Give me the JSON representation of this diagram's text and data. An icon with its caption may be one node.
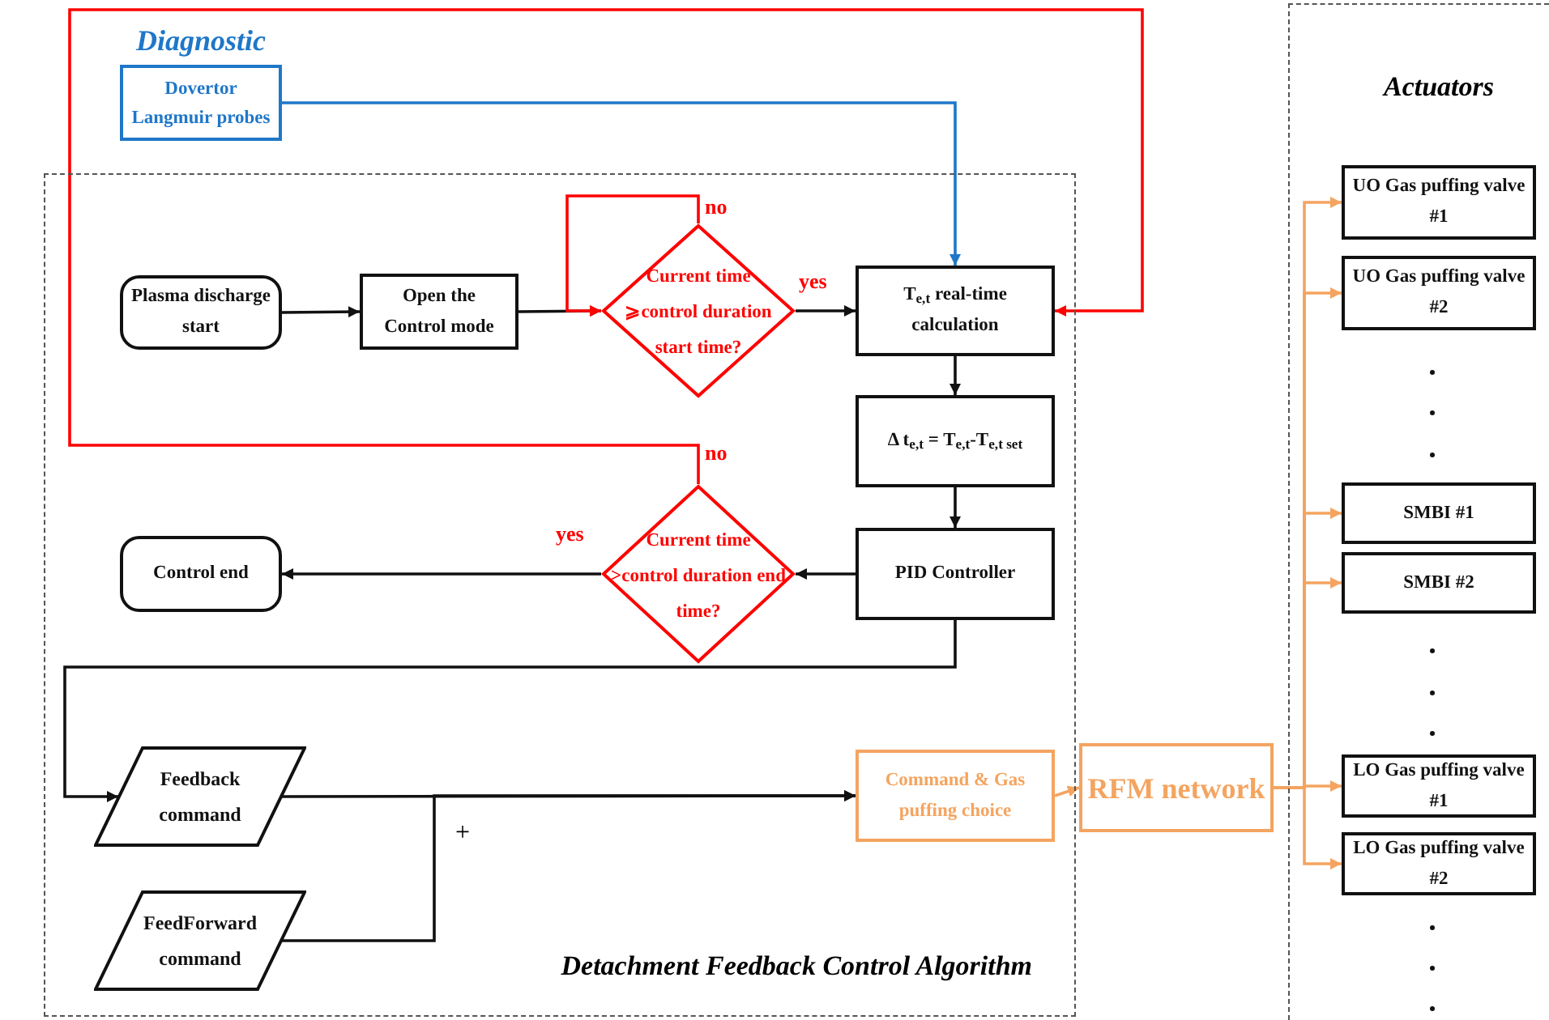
{
  "diagram": {
    "nodes": [
      {
        "text": [
          "Diagnostic",
          "Dovertor Langmuir probes"
        ]
      },
      {
        "text": [
          "Detachment Feedback Control Algorithm"
        ]
      },
      {
        "text": [
          "Plasma discharge start"
        ],
        "in": 1
      },
      {
        "text": [
          "Open the Control mode"
        ],
        "in": 1
      },
      {
        "text": [
          "Current time ⩾control duration start time?"
        ],
        "in": 1
      },
      {
        "text": [
          "T$_{e,t}$ real-time calculation"
        ],
        "in": 1
      },
      {
        "text": [
          "Δ t$_{e,t}$ = T$_{e,t}$-T$_{e,t set}$"
        ],
        "in": 1
      },
      {
        "text": [
          "PID Controller"
        ],
        "in": 1
      },
      {
        "text": [
          "Current time >control duration end time?"
        ],
        "in": 1
      },
      {
        "text": [
          "Control end"
        ],
        "in": 1
      },
      {
        "text": [
          "Feedback command"
        ],
        "in": 1
      },
      {
        "text": [
          "FeedForward command"
        ],
        "in": 1
      },
      {
        "text": [
          "Command & Gas puffing choice"
        ],
        "in": 1
      },
      {
        "text": [
          "RFM network"
        ]
      },
      {
        "text": [
          "Actuators"
        ]
      },
      {
        "text": [
          "UO Gas puffing valve #1"
        ],
        "in": 14
      },
      {
        "text": [
          "UO Gas puffing valve #2"
        ],
        "in": 14
      },
      {
        "text": [
          "SMBI #1"
        ],
        "in": 14
      },
      {
        "text": [
          "SMBI #2"
        ],
        "in": 14
      },
      {
        "text": [
          "LO Gas puffing valve #1"
        ],
        "in": 14
      },
      {
        "text": [
          "LO Gas puffing valve #2"
        ],
        "in": 14
      }
    ],
    "edges": [
      {
        "from": 2,
        "to": 3,
        "arrow": "to"
      },
      {
        "from": 3,
        "to": 4,
        "arrow": "to"
      },
      {
        "from": 4,
        "to": 4,
        "arrow": "to",
        "label": "no",
        "color": "#ff0000"
      },
      {
        "from": 4,
        "to": 5,
        "arrow": "to",
        "label": "yes"
      },
      {
        "from": 0,
        "to": 5,
        "arrow": "to",
        "color": "#1f77c8"
      },
      {
        "from": 5,
        "to": 6,
        "arrow": "to"
      },
      {
        "from": 6,
        "to": 7,
        "arrow": "to"
      },
      {
        "from": 7,
        "to": 8,
        "arrow": "to"
      },
      {
        "from": 8,
        "to": 9,
        "arrow": "to",
        "label": "yes"
      },
      {
        "from": 8,
        "to": 5,
        "arrow": "to",
        "label": "no",
        "color": "#ff0000"
      },
      {
        "from": 7,
        "to": 10,
        "arrow": "to"
      },
      {
        "from": 10,
        "to": 12,
        "arrow": "to"
      },
      {
        "from": 11,
        "to": 12,
        "arrow": "to"
      },
      {
        "from": 12,
        "to": 13,
        "arrow": "to",
        "color": "#f4a460"
      },
      {
        "from": 13,
        "to": 15,
        "arrow": "to",
        "color": "#f4a460"
      },
      {
        "from": 13,
        "to": 16,
        "arrow": "to",
        "color": "#f4a460"
      },
      {
        "from": 13,
        "to": 17,
        "arrow": "to",
        "color": "#f4a460"
      },
      {
        "from": 13,
        "to": 18,
        "arrow": "to",
        "color": "#f4a460"
      },
      {
        "from": 13,
        "to": 19,
        "arrow": "to",
        "color": "#f4a460"
      },
      {
        "from": 13,
        "to": 20,
        "arrow": "to",
        "color": "#f4a460"
      }
    ],
    "labels": [
      "+"
    ]
  }
}
